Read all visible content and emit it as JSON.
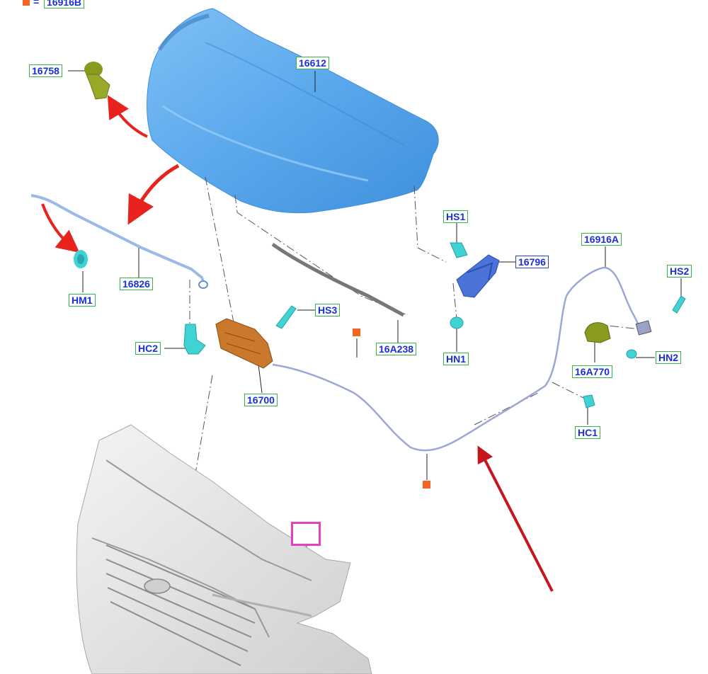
{
  "legend": {
    "equals": "=",
    "label": "16916B"
  },
  "callouts": {
    "hood": "16612",
    "bumper_left": "16758",
    "support_rod": "16826",
    "grommet": "HM1",
    "clip_left": "HC2",
    "latch": "16700",
    "screw_latch": "HS3",
    "seal": "16A238",
    "screw_hinge": "HS1",
    "hinge": "16796",
    "nut_hinge": "HN1",
    "cable": "16916A",
    "screw_handle": "HS2",
    "handle": "16A770",
    "nut_handle": "HN2",
    "clip_right": "HC1"
  },
  "colors": {
    "hood": "#5aa8ec",
    "label_text": "#1a2fd6",
    "label_border": "#33b54a",
    "hinge_border": "#2b3fd1",
    "arrow": "#e8231e",
    "orange_marker": "#f26522",
    "pink_ref": "#e33fbf",
    "fastener": "#3fd3d3",
    "latch": "#c9782c",
    "handle": "#8a9a1e",
    "rod": "#9bbbe6",
    "bumper": "#e6e6e6"
  }
}
